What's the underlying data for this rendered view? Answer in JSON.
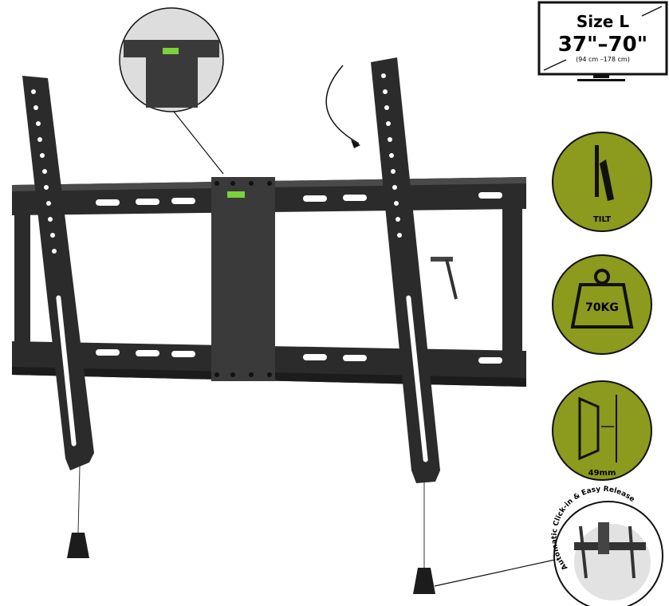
{
  "size_badge": {
    "size": "Size L",
    "range": "37\"–70\"",
    "range_cm": "(94 cm –178 cm)"
  },
  "features": [
    {
      "icon": "tilt-icon",
      "label": "TILT"
    },
    {
      "icon": "weight-icon",
      "label": "70KG"
    },
    {
      "icon": "wall-distance-icon",
      "label": "49mm"
    }
  ],
  "inset": {
    "caption": "Automatic Click-in & Easy Release"
  },
  "colors": {
    "accent": "#8c9a1e",
    "metal": "#2b2b2b"
  }
}
